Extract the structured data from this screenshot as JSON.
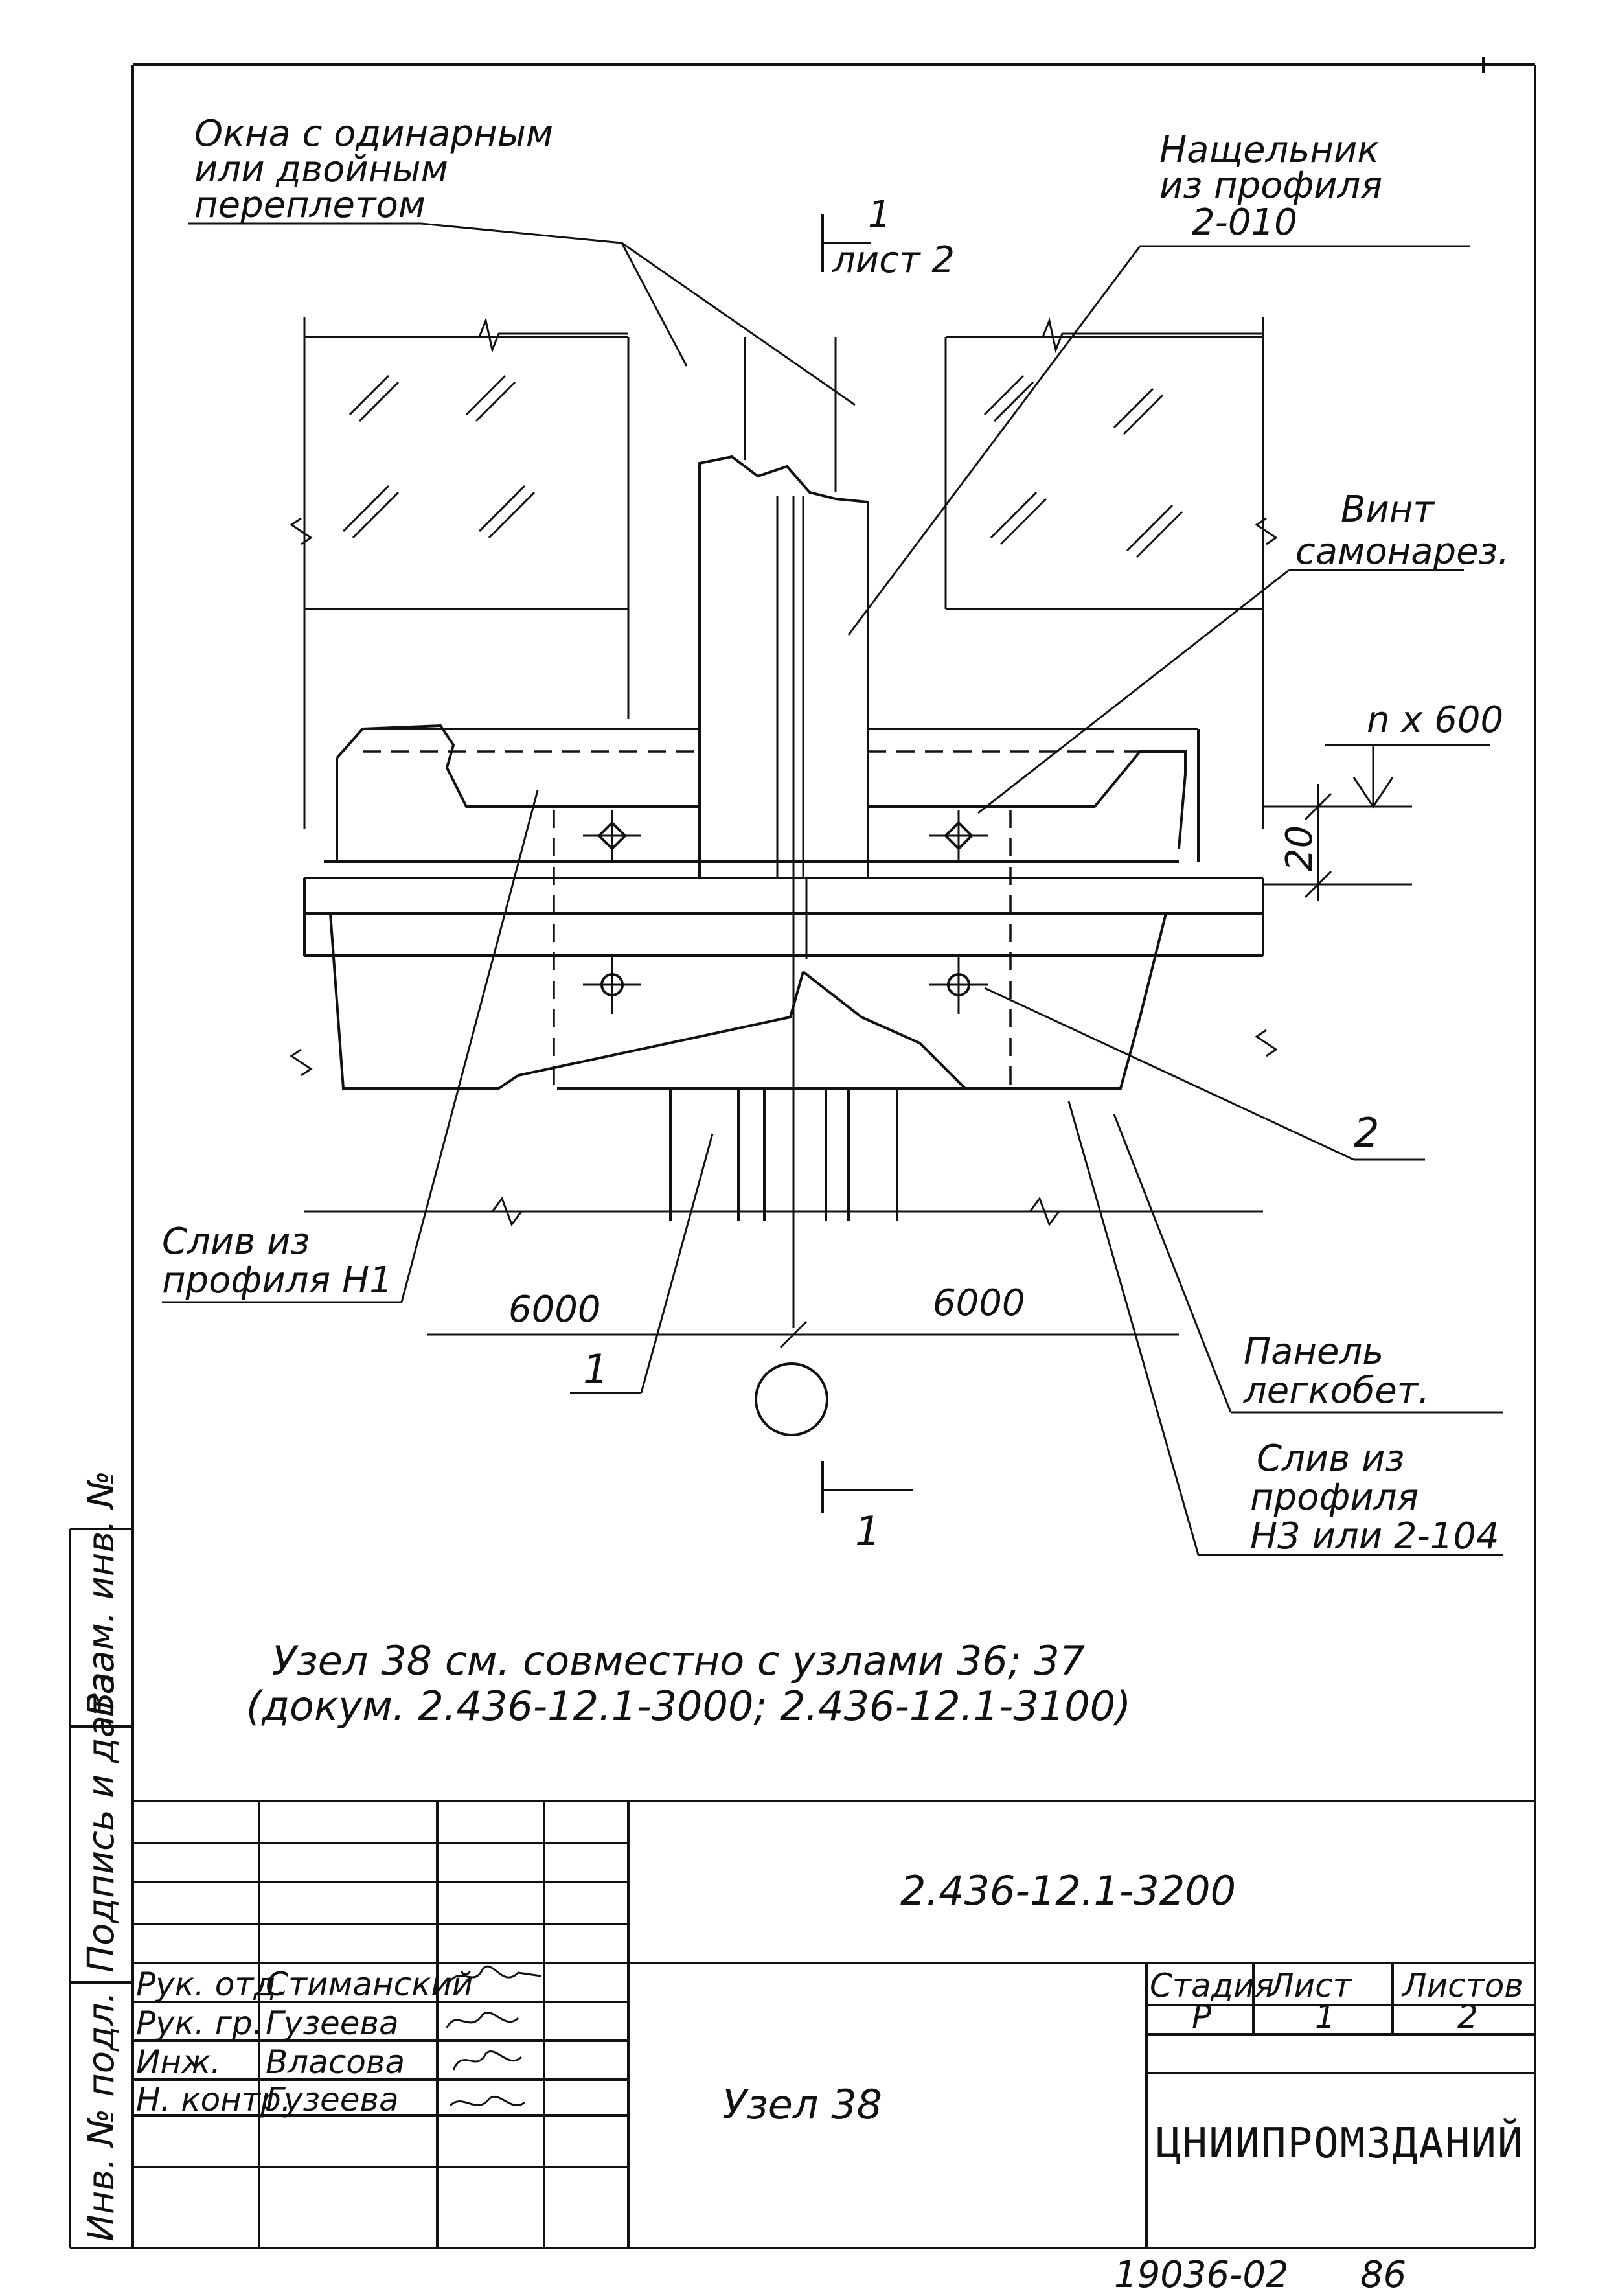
{
  "labels": {
    "window": [
      "Окна с одинарным",
      "или двойным",
      "переплетом"
    ],
    "nashchelnik": [
      "Нащельник",
      "из профиля",
      "2-010"
    ],
    "section_top": [
      "1",
      "лист 2"
    ],
    "vint": [
      "Винт",
      "самонарез."
    ],
    "nx600": "n x 600",
    "dim20": "20",
    "callout2": "2",
    "sliv_h1": [
      "Слив из",
      "профиля H1"
    ],
    "dim_left": "6000",
    "dim_right": "6000",
    "callout1": "1",
    "panel": [
      "Панель",
      "легкобет."
    ],
    "sliv_h3": [
      "Слив из",
      "профиля",
      "H3 или 2-104"
    ],
    "section_bottom": "1"
  },
  "note": [
    "Узел 38 см. совместно с узлами 36; 37",
    "(докум. 2.436-12.1-3000; 2.436-12.1-3100)"
  ],
  "sidebar": [
    "Инв. № подл.",
    "Подпись и дата",
    "Взам. инв. №"
  ],
  "title_block": {
    "doc_code": "2.436-12.1-3200",
    "title": "Узел 38",
    "roles": [
      "Рук. отд.",
      "Рук. гр.",
      "Инж.",
      "Н. контр."
    ],
    "names": [
      "Стиманский",
      "Гузеева",
      "Власова",
      "Гузеева"
    ],
    "stage_header": "Стадия",
    "sheet_header": "Лист",
    "sheets_header": "Листов",
    "stage": "Р",
    "sheet": "1",
    "sheets": "2",
    "org": "ЦНИИПРОМЗДАНИЙ"
  },
  "footer": {
    "number": "19036-02",
    "page": "86"
  }
}
